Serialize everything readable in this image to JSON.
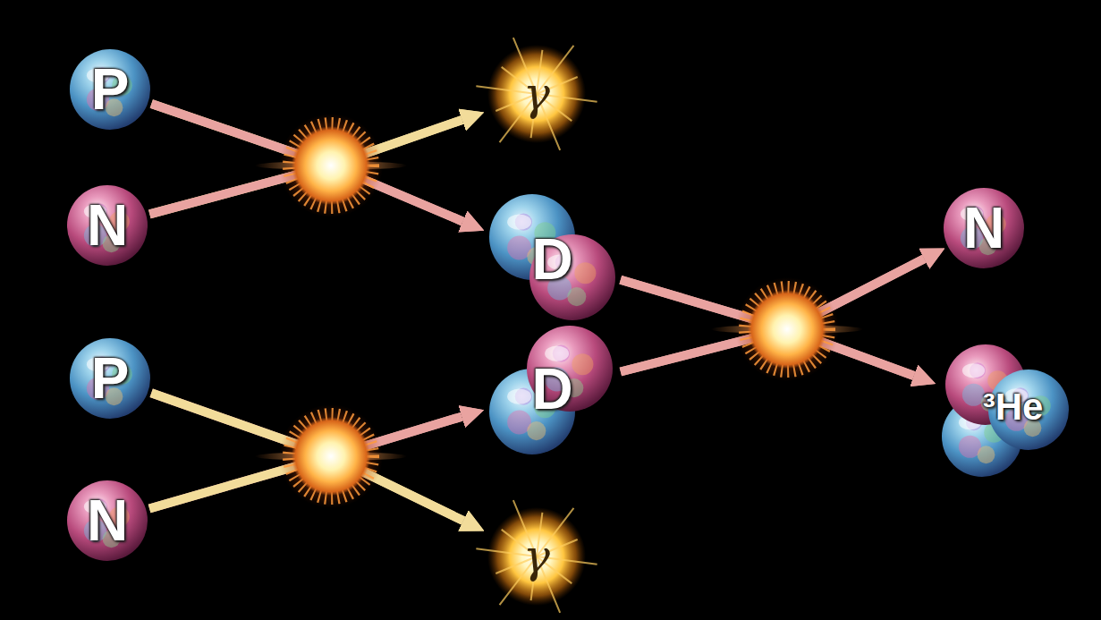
{
  "diagram": {
    "nodes": [
      {
        "text": [
          "P"
        ]
      },
      {
        "text": [
          "N"
        ]
      },
      {
        "text": [
          "γ"
        ]
      },
      {
        "text": [
          "D"
        ]
      },
      {
        "text": [
          "P"
        ]
      },
      {
        "text": [
          "N"
        ]
      },
      {
        "text": [
          "D"
        ]
      },
      {
        "text": [
          "γ"
        ]
      },
      {
        "text": [
          "N"
        ]
      },
      {
        "text": [
          "³He"
        ]
      }
    ],
    "edges": [
      {
        "from": 0,
        "to": 2,
        "arrow": "to"
      },
      {
        "from": 0,
        "to": 3,
        "arrow": "to"
      },
      {
        "from": 1,
        "to": 2,
        "arrow": "to"
      },
      {
        "from": 1,
        "to": 3,
        "arrow": "to"
      },
      {
        "from": 4,
        "to": 6,
        "arrow": "to"
      },
      {
        "from": 4,
        "to": 7,
        "arrow": "to"
      },
      {
        "from": 5,
        "to": 6,
        "arrow": "to"
      },
      {
        "from": 5,
        "to": 7,
        "arrow": "to"
      },
      {
        "from": 3,
        "to": 8,
        "arrow": "to"
      },
      {
        "from": 3,
        "to": 9,
        "arrow": "to"
      },
      {
        "from": 6,
        "to": 8,
        "arrow": "to"
      },
      {
        "from": 6,
        "to": 9,
        "arrow": "to"
      }
    ]
  }
}
